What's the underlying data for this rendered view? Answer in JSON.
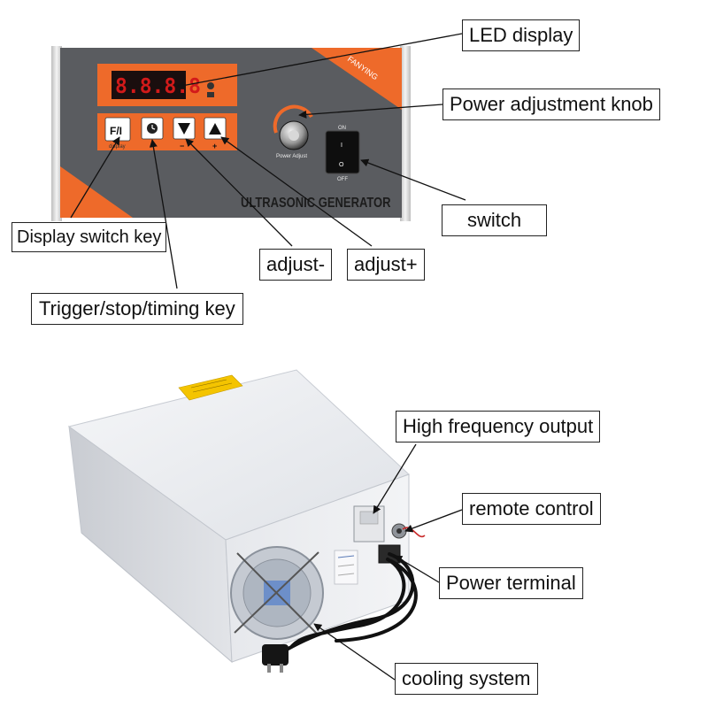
{
  "panel": {
    "brand": "FANYING",
    "title": "ULTRASONIC GENERATOR",
    "display_digits": "8.8.8.8",
    "key_fi": "F/I",
    "key_fi_caption": "display",
    "knob_caption": "Power Adjust",
    "switch_on": "ON",
    "switch_off": "OFF",
    "switch_i": "I",
    "switch_o": "O",
    "minus_sign": "−",
    "plus_sign": "+"
  },
  "labels": {
    "led_display": "LED display",
    "power_knob": "Power adjustment knob",
    "switch": "switch",
    "display_switch_key": "Display switch key",
    "adjust_minus": "adjust-",
    "adjust_plus": "adjust+",
    "trigger_key": "Trigger/stop/timing key",
    "hf_output": "High frequency output",
    "remote_control": "remote control",
    "power_terminal": "Power terminal",
    "cooling_system": "cooling system"
  },
  "colors": {
    "panel_gray": "#5a5c60",
    "accent_orange": "#ee6a2a",
    "frame_silver": "#dcdcdc",
    "led_red": "#d21a1a",
    "case_white": "#eef0f3",
    "label_yellow": "#f4c400"
  }
}
